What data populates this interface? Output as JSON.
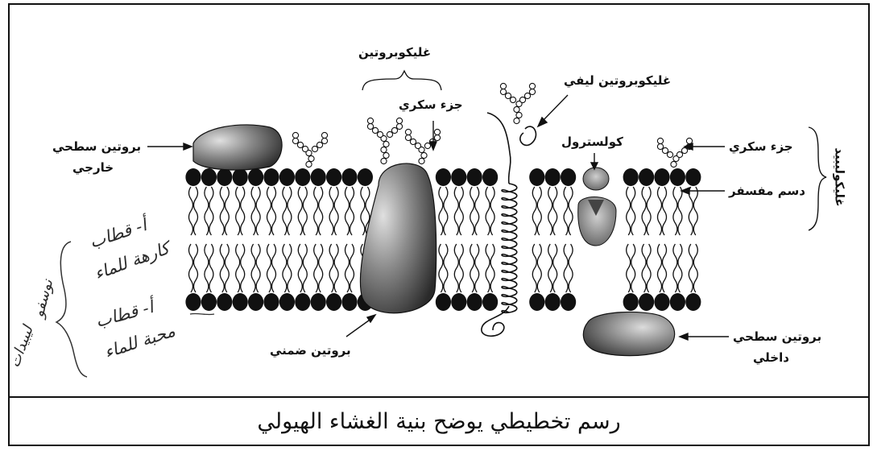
{
  "caption": "رسم تخطيطي يوضح بنية الغشاء الهيولي",
  "labels": {
    "glycoprotein_top": "غليكوبروتين",
    "sugar_part_center": "جزء سكري",
    "fibrous_glycoprotein": "غليكوبروتين ليفي",
    "external_surface_protein_line1": "بروتين سطحي",
    "external_surface_protein_line2": "خارجي",
    "cholesterol": "كولسترول",
    "sugar_part_right": "جزء سكري",
    "phospholipid": "دسم مفسفر",
    "glycolipid": "غليكوليبيد",
    "integral_protein": "بروتين ضمني",
    "internal_surface_protein_line1": "بروتين سطحي",
    "internal_surface_protein_line2": "داخلي"
  },
  "handwritten": {
    "line1": "أ- قطاب",
    "line2": "كارهة للماء",
    "line3": "أ- قطاب",
    "line4": "محبة للماء",
    "side1": "نوسفو",
    "side2": "ليبيدات"
  },
  "colors": {
    "ink": "#111111",
    "protein_dark": "#2e2e2e",
    "protein_light": "#d8d8d8",
    "head": "#111111"
  }
}
